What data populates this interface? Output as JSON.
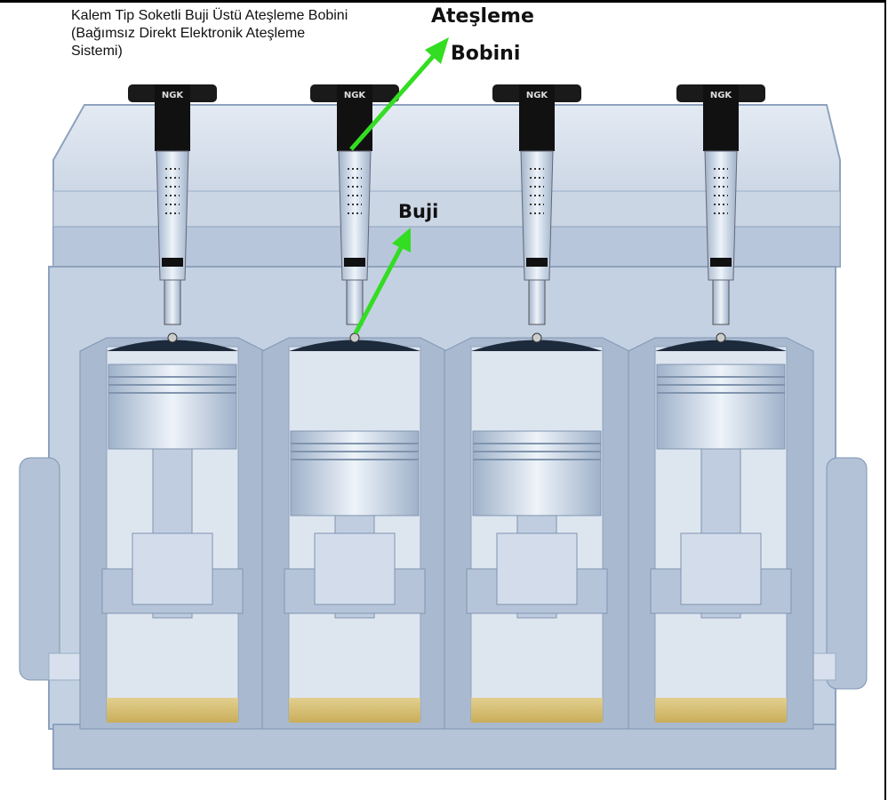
{
  "caption": "Kalem Tip Soketli Buji Üstü Ateşleme Bobini (Bağımsız Direkt Elektronik Ateşleme Sistemi)",
  "labels": {
    "coil_line1": "Ateşleme",
    "coil_line2": "Bobini",
    "plug": "Buji"
  },
  "coil_brand": "NGK",
  "colors": {
    "arrow": "#33dd22",
    "engine": "#c9d5e5",
    "engine_dark": "#8ea2bd"
  }
}
